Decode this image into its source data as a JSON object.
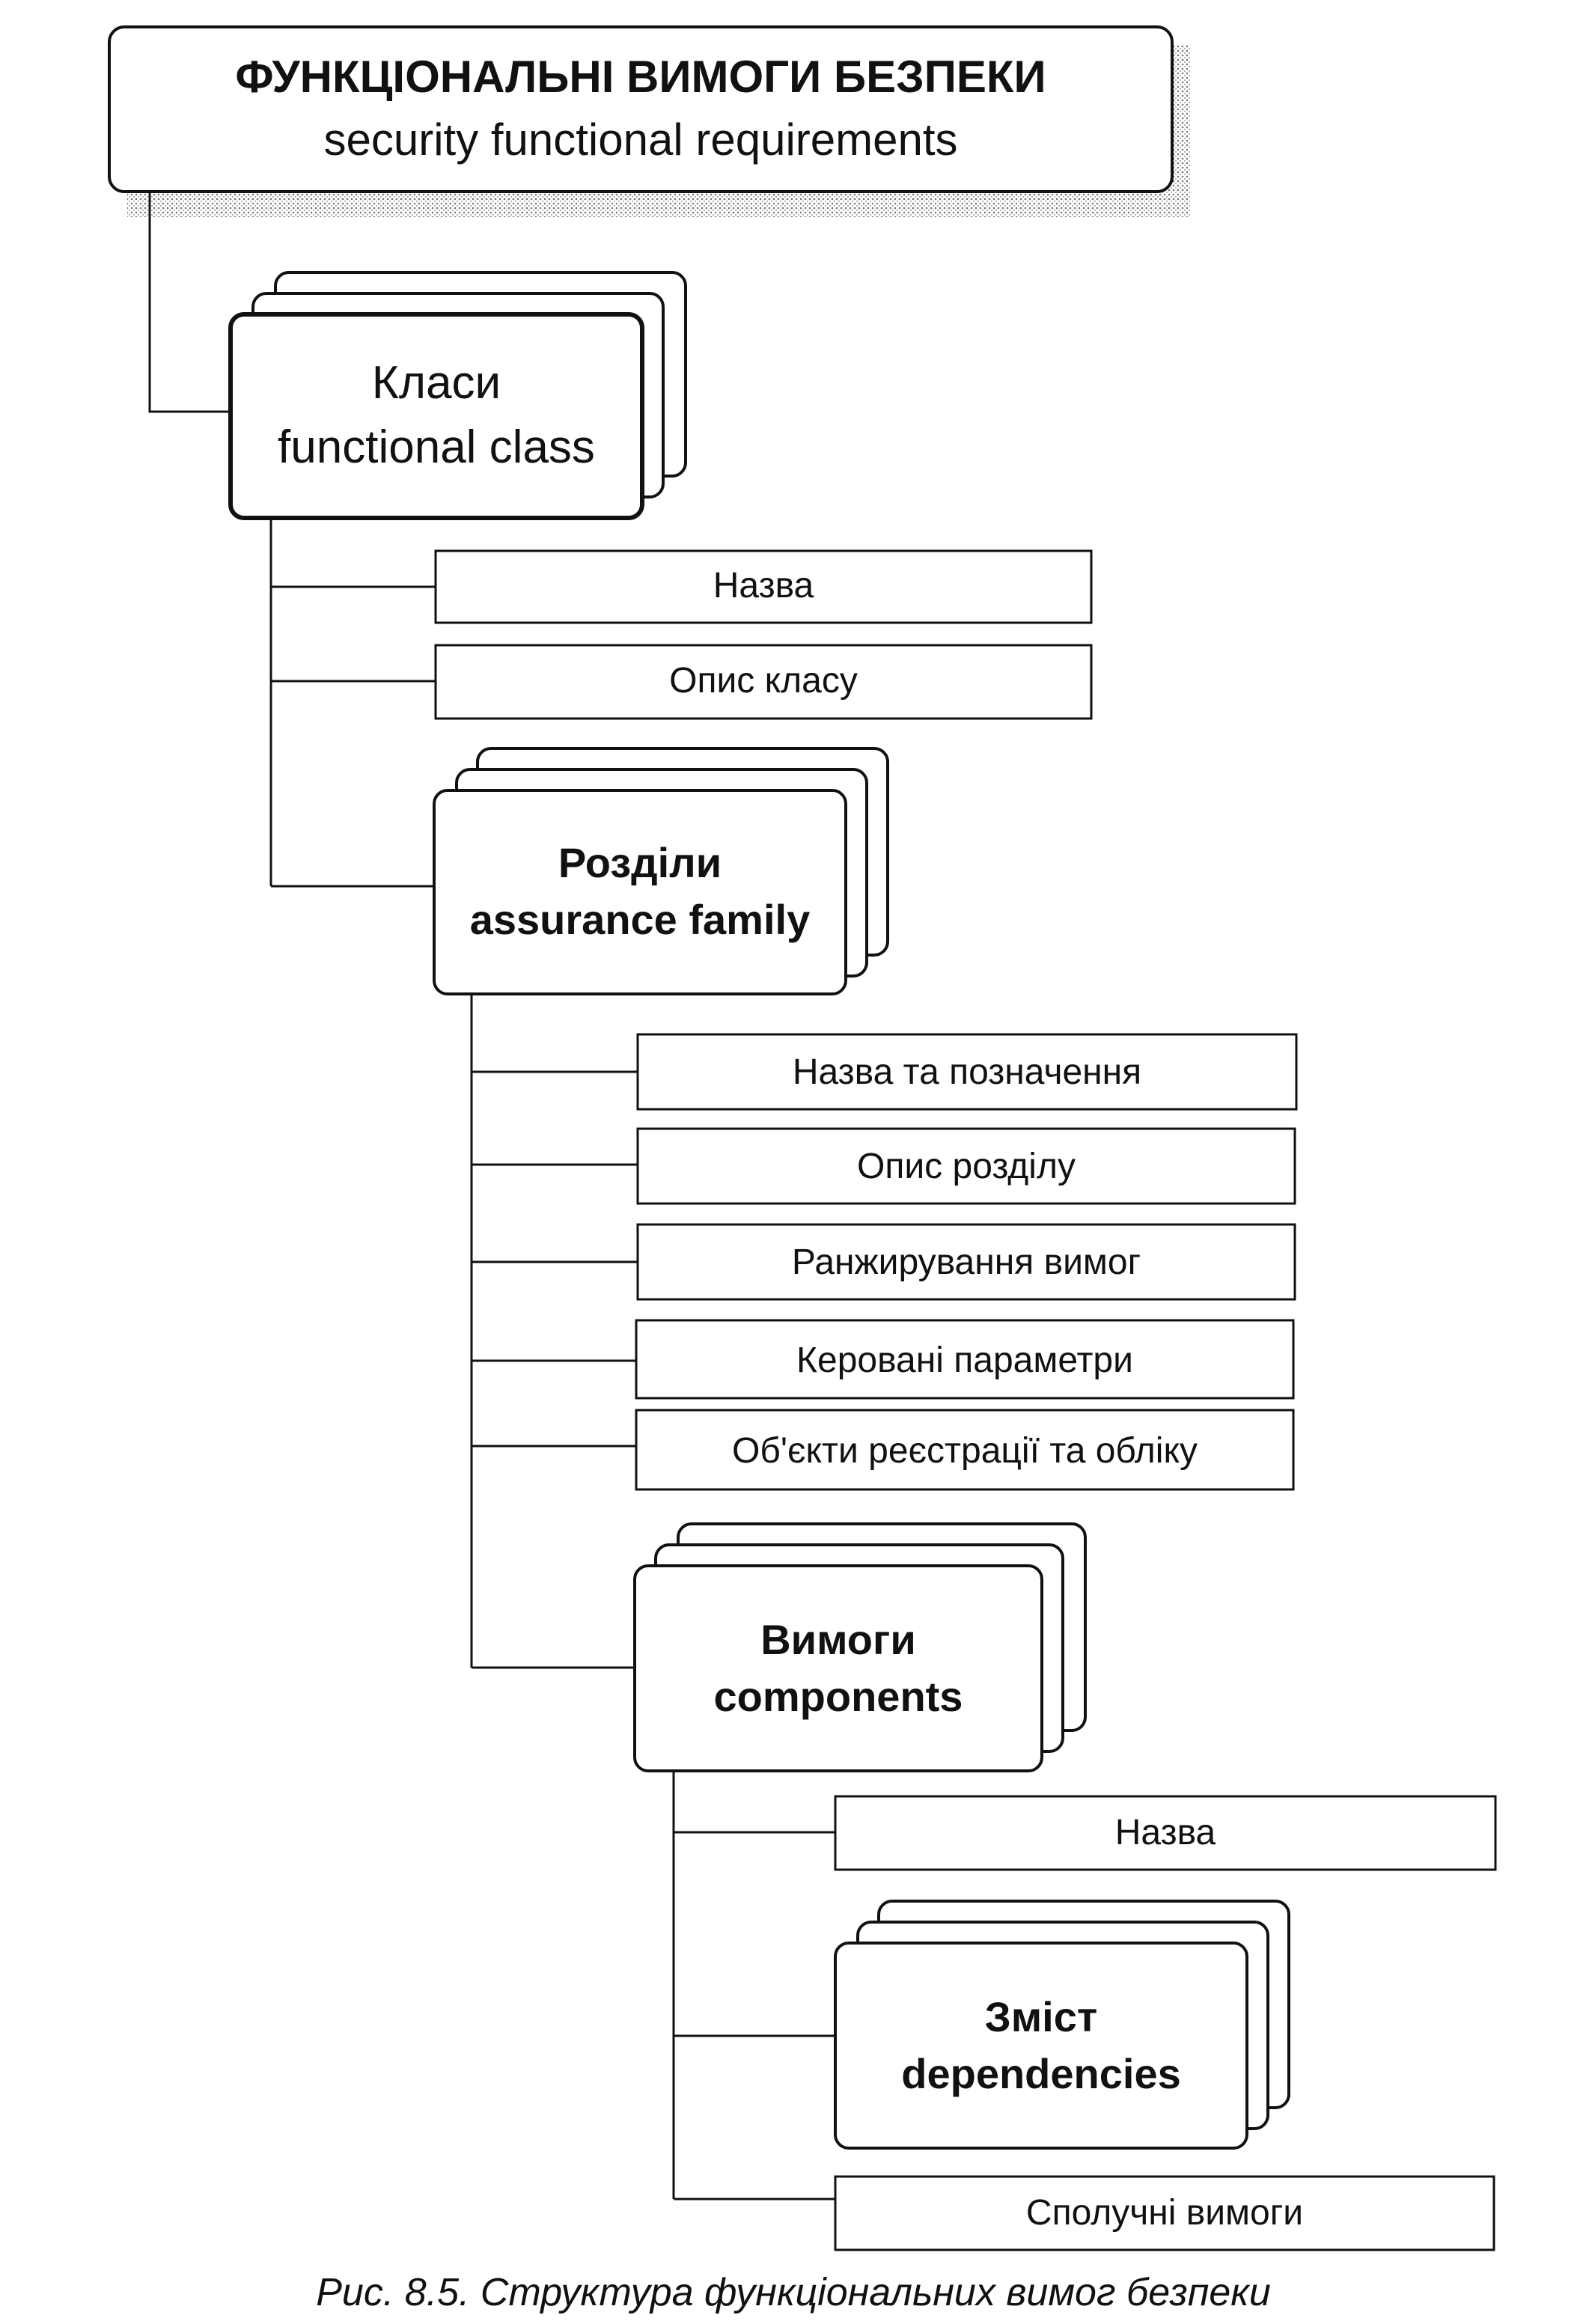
{
  "header": {
    "title": "ФУНКЦІОНАЛЬНІ ВИМОГИ БЕЗПЕКИ",
    "subtitle": "security functional requirements"
  },
  "class_node": {
    "line1": "Класи",
    "line2": "functional class"
  },
  "class_items": [
    "Назва",
    "Опис класу"
  ],
  "family_node": {
    "line1": "Розділи",
    "line2": "assurance family"
  },
  "family_items": [
    "Назва та позначення",
    "Опис розділу",
    "Ранжирування вимог",
    "Керовані параметри",
    "Об'єкти реєстрації та обліку"
  ],
  "component_node": {
    "line1": "Вимоги",
    "line2": "components"
  },
  "component_items": [
    "Назва"
  ],
  "content_node": {
    "line1": "Зміст",
    "line2": "dependencies"
  },
  "final_item": "Сполучні вимоги",
  "caption": "Рис. 8.5. Структура функціональних вимог безпеки"
}
